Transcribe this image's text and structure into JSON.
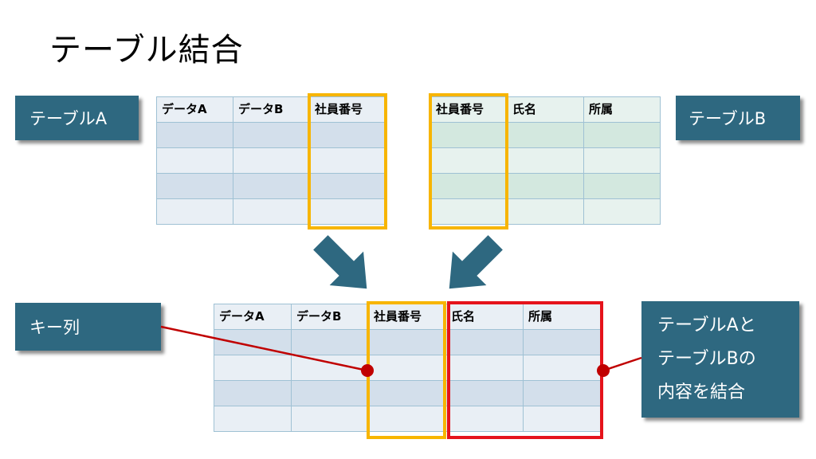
{
  "title": "テーブル結合",
  "labels": {
    "table_a": "テーブルA",
    "table_b": "テーブルB",
    "key_column": "キー列",
    "combined": [
      "テーブルAと",
      "テーブルBの",
      "内容を結合"
    ]
  },
  "table_a": {
    "headers": [
      "データA",
      "データB",
      "社員番号"
    ],
    "empty_rows": 4
  },
  "table_b": {
    "headers": [
      "社員番号",
      "氏名",
      "所属"
    ],
    "empty_rows": 4
  },
  "result_table": {
    "headers": [
      "データA",
      "データB",
      "社員番号",
      "氏名",
      "所属"
    ],
    "empty_rows": 4
  },
  "colors": {
    "label_bg": "#2e6880",
    "key_highlight": "#f7b500",
    "join_highlight": "#e5131b",
    "arrow": "#2e6880",
    "connector": "#c00000",
    "border": "#9fc1d4"
  }
}
